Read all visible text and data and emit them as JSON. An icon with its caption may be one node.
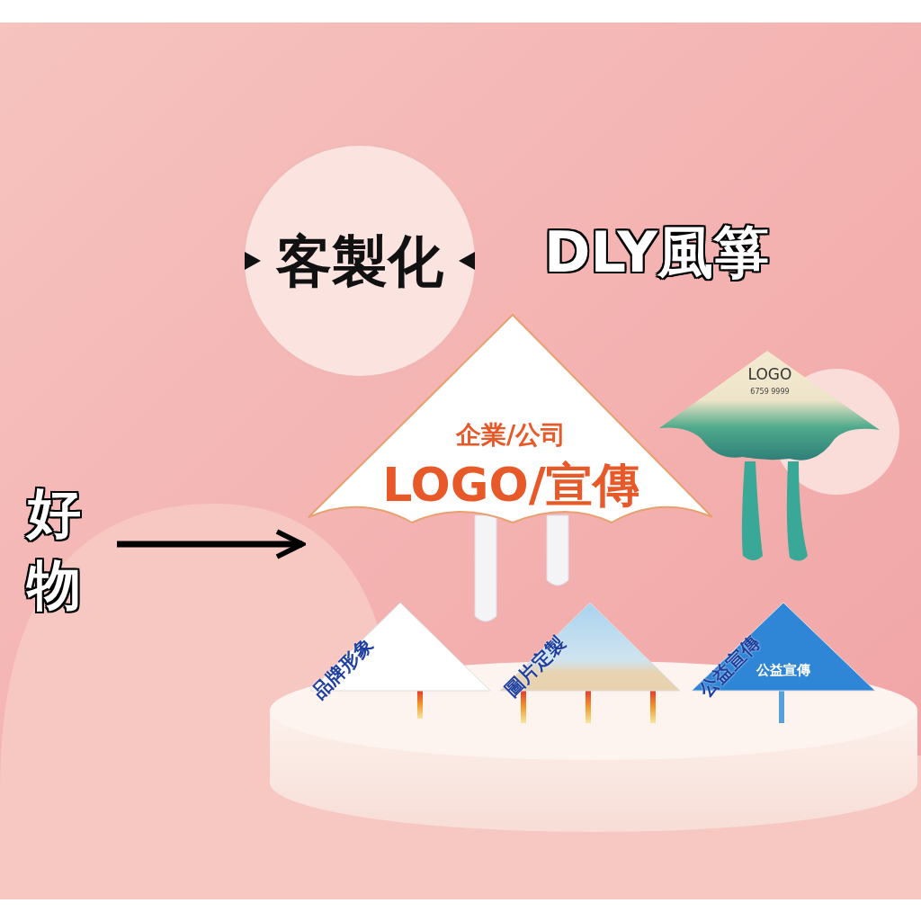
{
  "diagram": {
    "title": "DLY風箏",
    "nodes": [
      {
        "text": [
          "客製化"
        ]
      },
      {
        "text": [
          "企業/公司",
          "LOGO/宣傳"
        ]
      },
      {
        "text": [
          "LOGO",
          "6759 9999"
        ]
      },
      {
        "text": [
          "品牌形象"
        ]
      },
      {
        "text": [
          "圖片定製"
        ]
      },
      {
        "text": [
          "公益宣傳",
          "公益宣傳"
        ]
      },
      {
        "text": [
          "好物"
        ]
      }
    ],
    "edges": [
      {
        "from": 6,
        "to": 1,
        "arrow": "to"
      }
    ]
  }
}
